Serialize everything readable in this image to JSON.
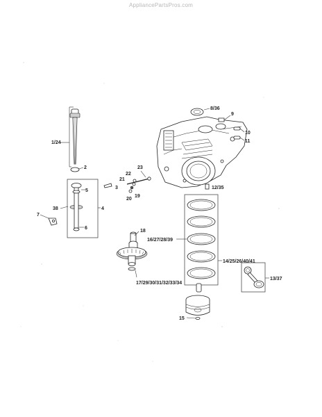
{
  "watermark": "AppliancePartsPros.com",
  "callouts": {
    "c_1_24": "1/24",
    "c_2": "2",
    "c_3": "3",
    "c_4": "4",
    "c_5": "5",
    "c_6": "6",
    "c_7": "7",
    "c_38": "38",
    "c_8_36": "8/36",
    "c_9": "9",
    "c_10": "10",
    "c_11": "11",
    "c_12_35": "12/35",
    "c_13_37": "13/37",
    "c_14_group": "14/25/26/40/41",
    "c_15": "15",
    "c_16_group": "16/27/28/39",
    "c_17_group": "17/29/30/31/32/33/34",
    "c_18": "18",
    "c_19": "19",
    "c_20": "20",
    "c_21": "21",
    "c_22": "22",
    "c_23": "23"
  }
}
